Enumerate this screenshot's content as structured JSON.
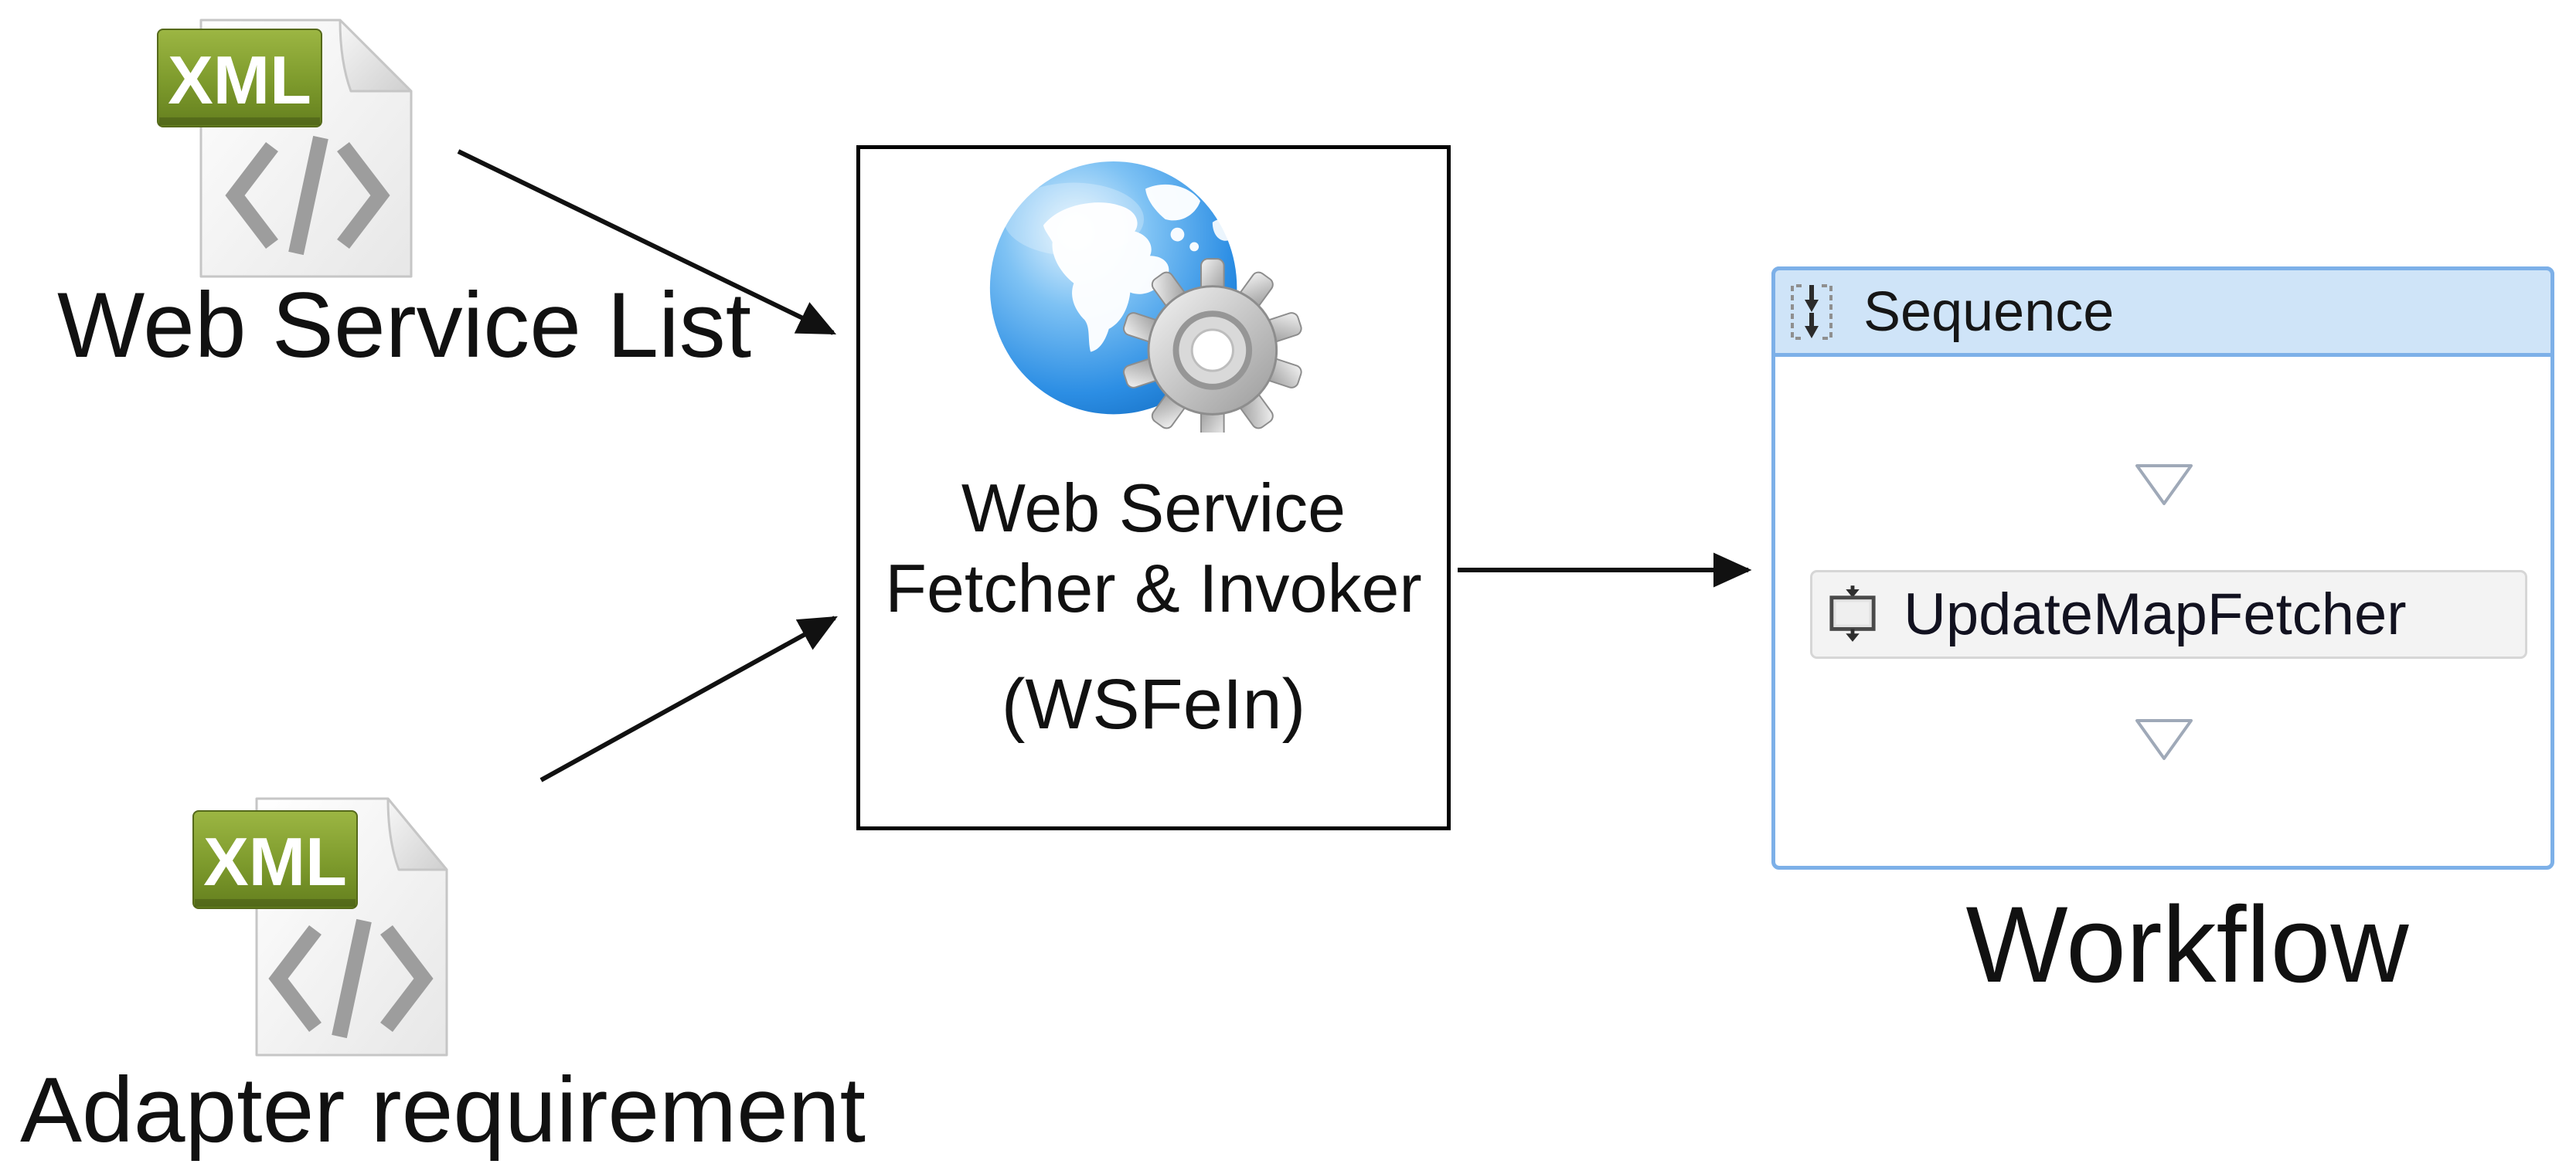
{
  "diagram": {
    "badge": "XML",
    "inputs": [
      {
        "id": "web_service_list",
        "label": "Web Service List"
      },
      {
        "id": "adapter_requirement",
        "label": "Adapter requirement"
      }
    ],
    "processor": {
      "line1": "Web Service",
      "line2": "Fetcher & Invoker",
      "line3": "(WSFeIn)"
    },
    "workflow": {
      "sequence_header": "Sequence",
      "activity": "UpdateMapFetcher",
      "caption": "Workflow"
    }
  },
  "icons": [
    "xml-file-icon",
    "code-brackets-icon",
    "globe-gear-icon",
    "sequence-icon",
    "activity-icon",
    "chevron-down-icon"
  ],
  "colors": {
    "ink": "#111111",
    "workflow_border": "#7db0e8",
    "workflow_header": "#cfe4f8",
    "chevron": "#9fa9b8",
    "activity_bg": "#f3f3f3",
    "activity_border": "#d6d6d6",
    "xml_green_light": "#9cb643",
    "xml_green_dark": "#647f1e",
    "code_glyph_gray": "#9d9d9d",
    "globe_blue": "#2c8ee4",
    "arrow": "#111111"
  }
}
